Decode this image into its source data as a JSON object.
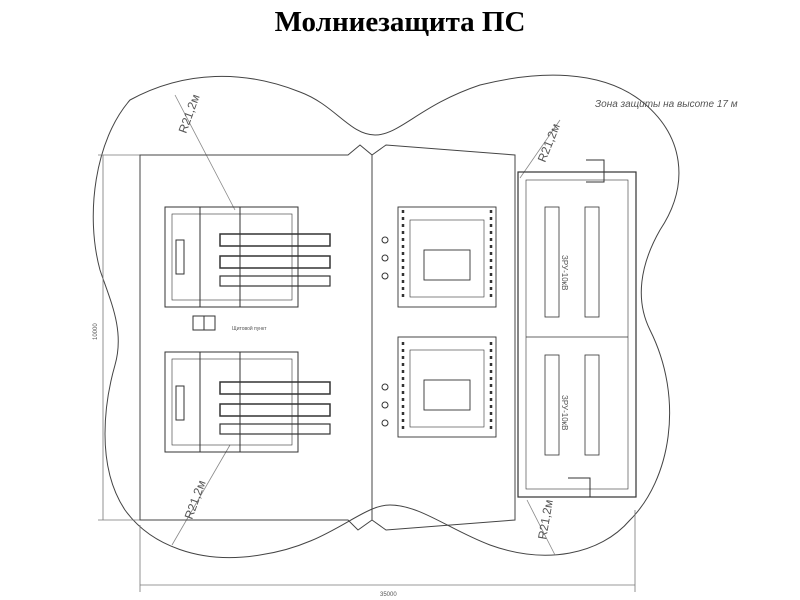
{
  "title": "Молниезащита ПС",
  "zone_label": "Зона защиты на высоте 17 м",
  "radius_labels": [
    "R21,2м",
    "R21,2м",
    "R21,2м",
    "R21,2м"
  ],
  "dimensions": {
    "height": "10000",
    "width": "35000"
  },
  "building_labels": {
    "upper": "ЗРУ-10кВ",
    "lower": "ЗРУ-10кВ"
  },
  "small_label": "Щитовой пункт",
  "colors": {
    "line": "#333333",
    "faint": "#777777",
    "background": "#ffffff"
  }
}
